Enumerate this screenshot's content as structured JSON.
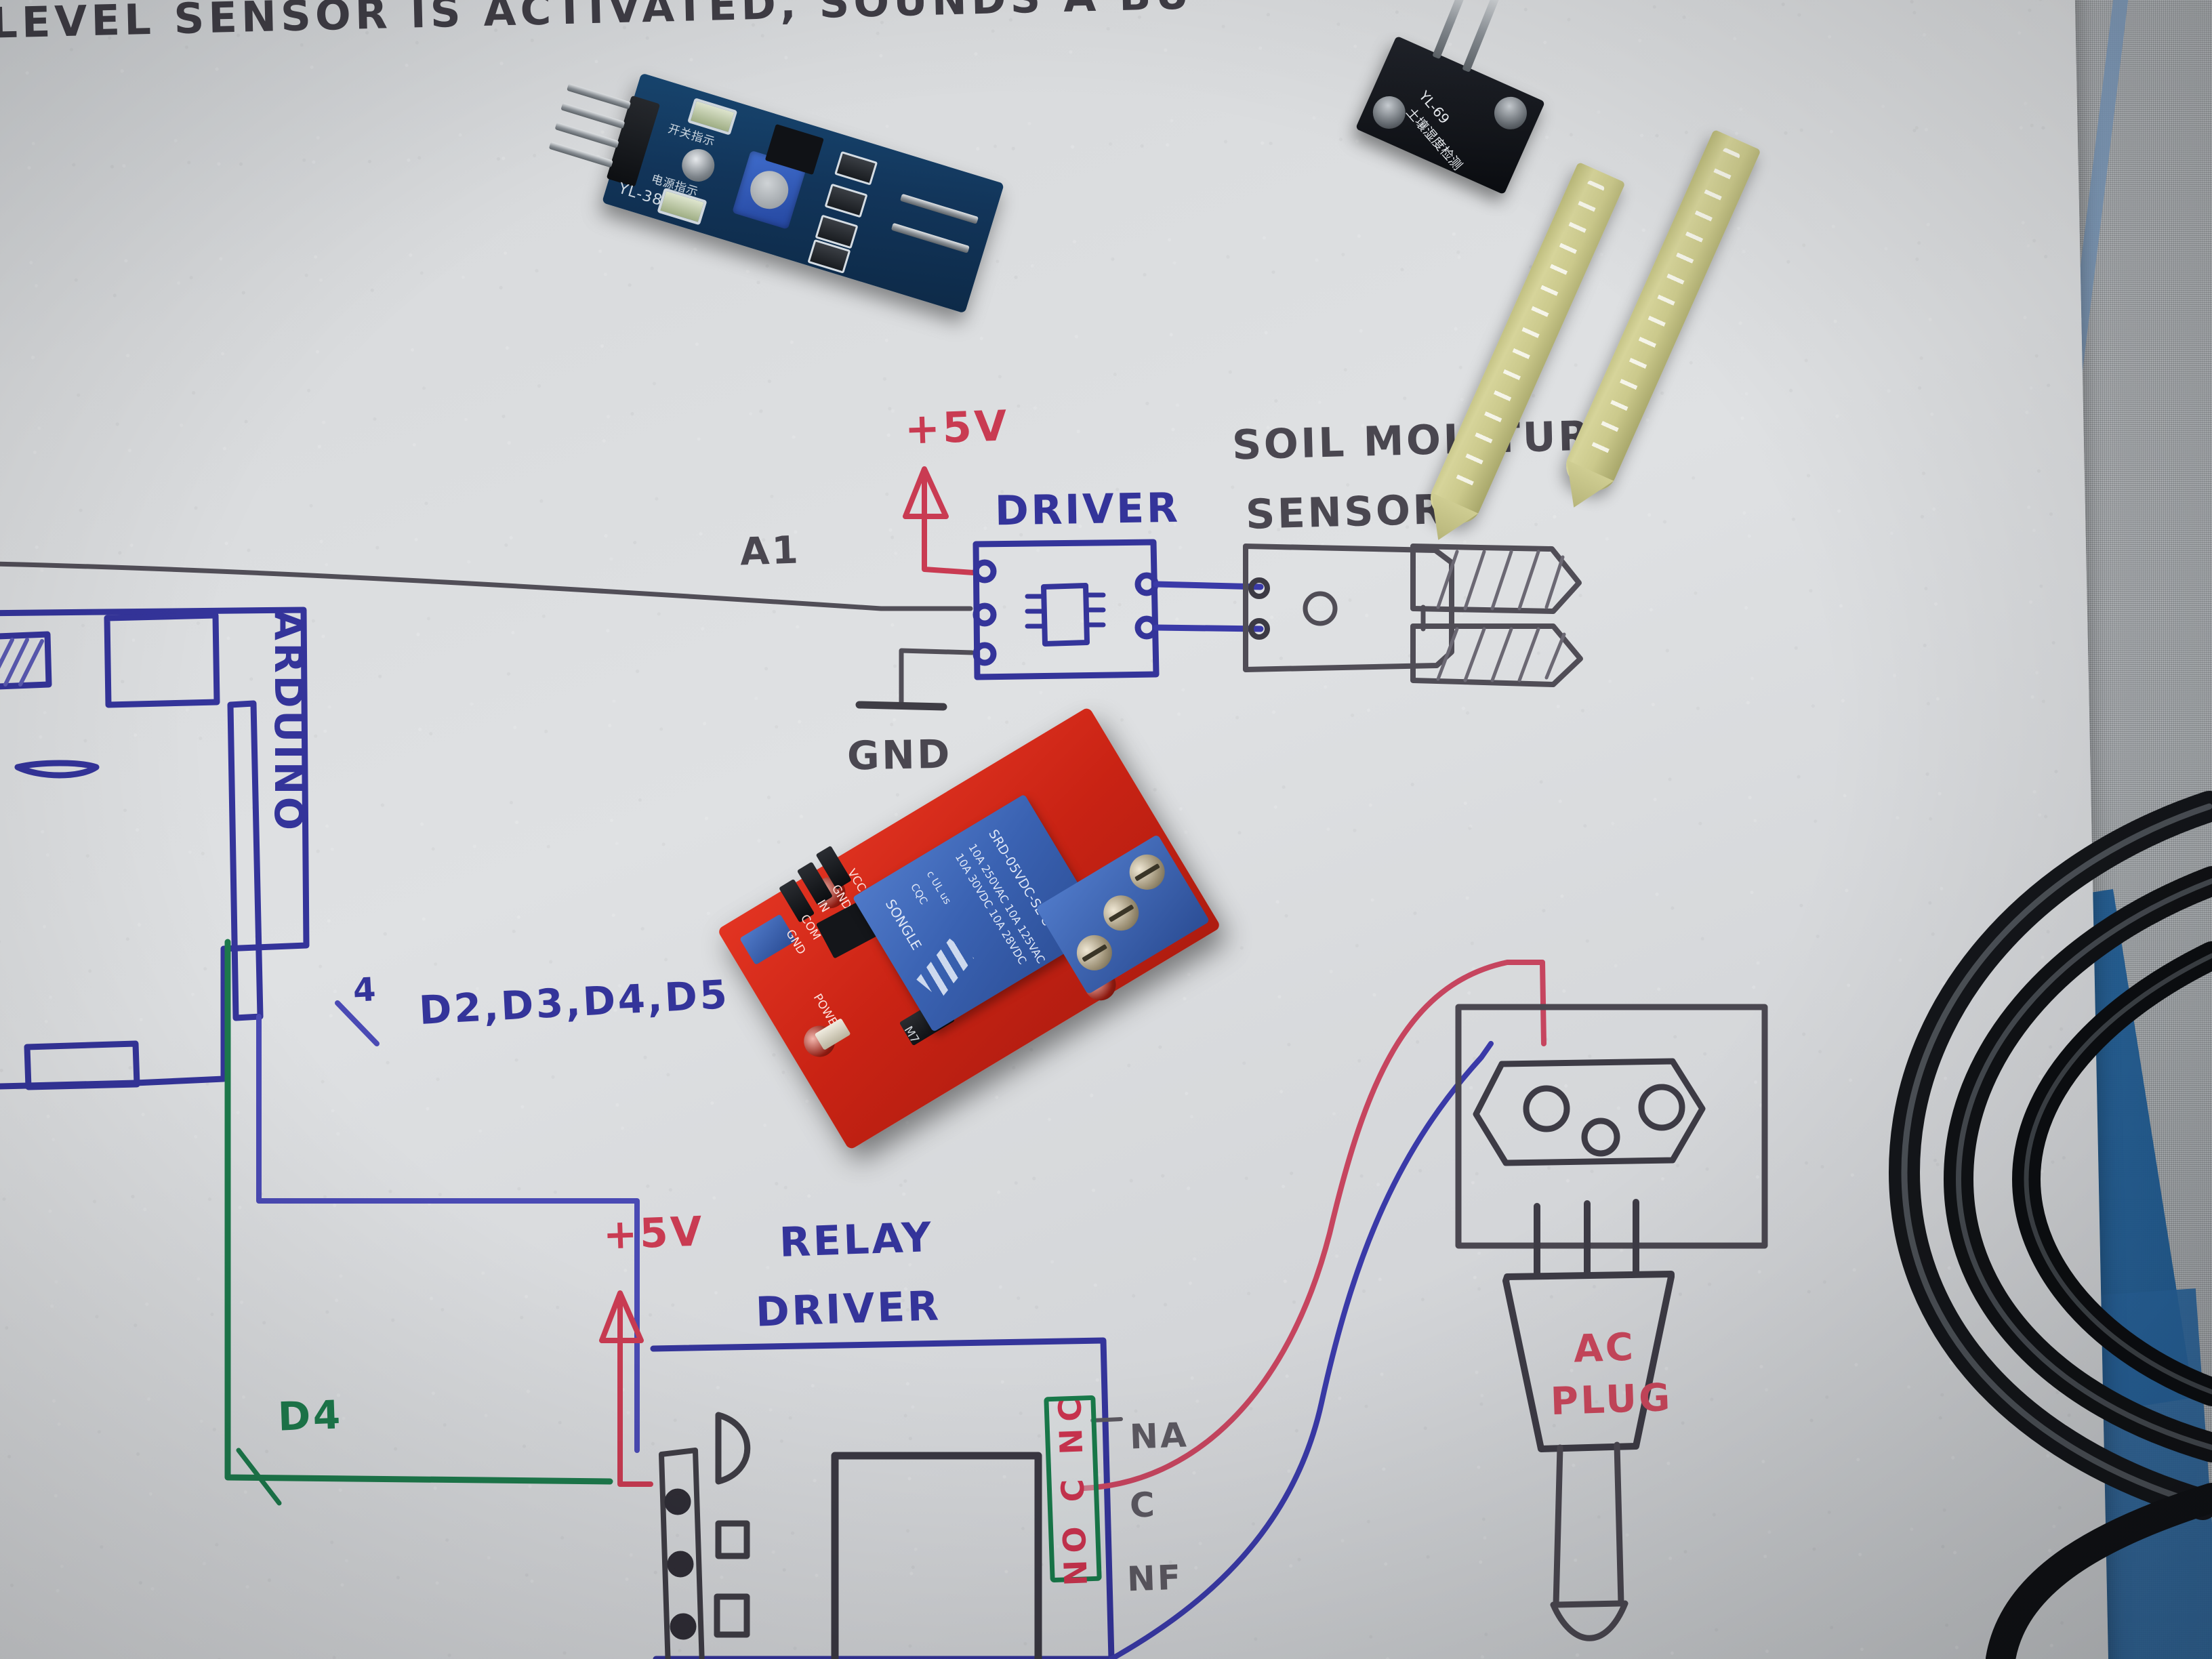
{
  "scene": {
    "title": "Hand-drawn Arduino irrigation wiring diagram with physical sensor modules on paper",
    "surface": "white paper sheets on a blue-and-white woven tablecloth"
  },
  "notes": {
    "top_line": "LEVEL SENSOR IS ACTIVATED, SOUNDS A BU"
  },
  "diagram": {
    "labels": {
      "a1": "A1",
      "plus5v_top": "+5V",
      "driver": "DRIVER",
      "soil_moisture": "SOIL MOISTURE",
      "sensor": "SENSOR",
      "gnd": "GND",
      "arduino": "ARDUINO",
      "pin_count": "4",
      "digital_pins": "D2,D3,D4,D5",
      "d4": "D4",
      "plus5v_bottom": "+5V",
      "relay": "RELAY",
      "relay_driver": "DRIVER",
      "contact_na": "NA",
      "contact_c": "C",
      "contact_nf": "NF",
      "ac": "AC",
      "plug": "PLUG",
      "relay_contacts": "NO C NC"
    },
    "ink_colors": {
      "pencil": "#4a4750",
      "blue": "#34349a",
      "red": "#c93b52",
      "green": "#1d7a4c"
    }
  },
  "hardware": {
    "level_sensor_board": {
      "part": "YL-38",
      "silk_switch_indicator": "开关指示",
      "silk_power_indicator": "电源指示",
      "board_color": "#12355a",
      "pin_count": "4"
    },
    "soil_probe": {
      "part": "YL-69",
      "silk_cn": "土壤湿度检测",
      "head_color": "#0a0c10",
      "fork_color": "#cbc98c"
    },
    "relay_module": {
      "board_color": "#c92314",
      "relay_brand": "SONGLE",
      "relay_part": "SRD-05VDC-SL-C",
      "rating_line1": "10A 250VAC  10A 125VAC",
      "rating_line2": "10A 30VDC  10A 28VDC",
      "marks": "c UL us",
      "cert": "CQC",
      "silk_vcc": "VCC",
      "silk_gnd": "GND",
      "silk_in": "IN",
      "silk_com": "COM",
      "silk_gnd2": "GND",
      "silk_power": "POWER",
      "diode": "M7"
    }
  }
}
